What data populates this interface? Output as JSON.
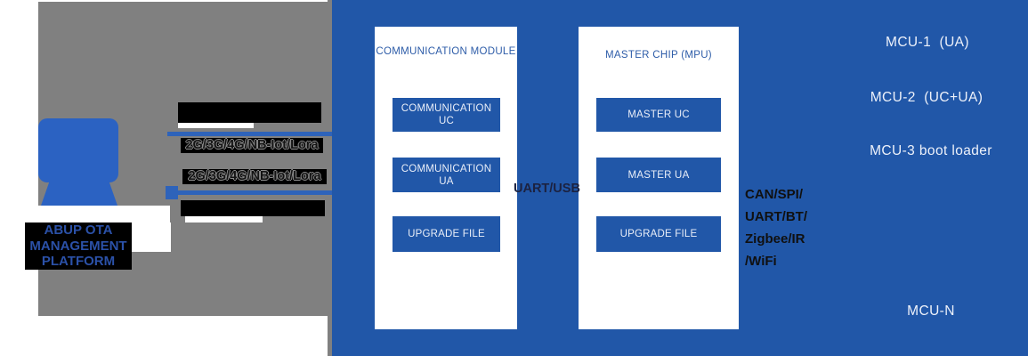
{
  "platform": {
    "label_lines": [
      "ABUP OTA",
      "MANAGEMENT",
      "PLATFORM"
    ],
    "icon": "cloud-server-icon"
  },
  "links": {
    "uplink_label": "2G/3G/4G/NB-Iot/Lora",
    "downlink_label": "2G/3G/4G/NB-Iot/Lora",
    "module_to_master_label": "UART/USB",
    "master_to_mcu_lines": [
      "CAN/SPI/",
      "UART/BT/",
      "Zigbee/IR",
      "/WiFi"
    ]
  },
  "communication_module": {
    "title": "COMMUNICATION MODULE",
    "blocks": [
      "COMMUNICATION UC",
      "COMMUNICATION UA",
      "UPGRADE FILE"
    ]
  },
  "master_chip": {
    "title": "MASTER CHIP (MPU)",
    "blocks": [
      "MASTER UC",
      "MASTER UA",
      "UPGRADE FILE"
    ]
  },
  "mcus": {
    "mcu1": "MCU-1  (UA)",
    "mcu2": "MCU-2  (UC+UA)",
    "mcu3": "MCU-3 boot loader",
    "mcun": "MCU-N"
  },
  "colors": {
    "panel_blue": "#2157a8",
    "icon_blue": "#2b62c2",
    "connector_blue": "#2e63ba",
    "background_gray": "#808080",
    "title_blue": "#2d5ca8",
    "platform_text_blue": "#2b51a8",
    "redaction_black": "#000000"
  }
}
